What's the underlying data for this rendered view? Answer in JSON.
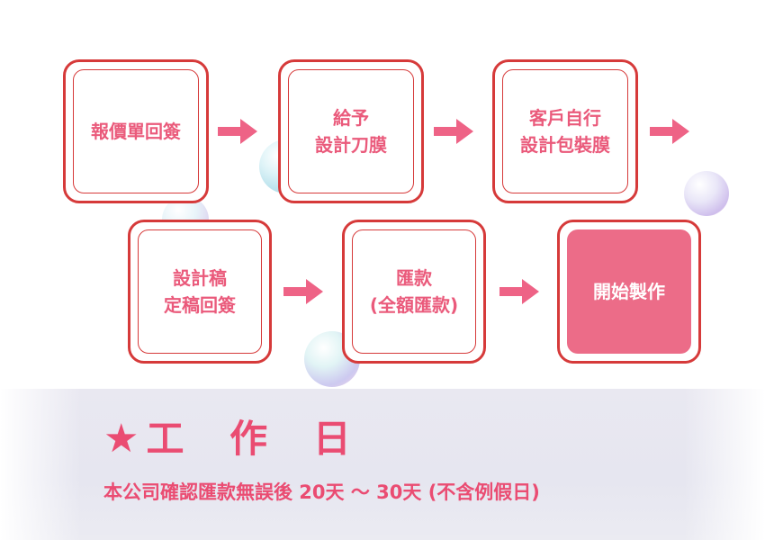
{
  "steps": [
    {
      "label": "報價單回簽"
    },
    {
      "label": "給予\n設計刀膜"
    },
    {
      "label": "客戶自行\n設計包裝膜"
    },
    {
      "label": "設計稿\n定稿回簽"
    },
    {
      "label": "匯款\n(全額匯款)"
    },
    {
      "label": "開始製作"
    }
  ],
  "working_days": {
    "star": "★",
    "title": "工 作 日",
    "note": "本公司確認匯款無誤後 20天 ～ 30天 (不含例假日)"
  },
  "colors": {
    "border": "#d63a3a",
    "text": "#ea5a7b",
    "final_fill": "#ec6c88",
    "arrow": "#ee6386"
  }
}
